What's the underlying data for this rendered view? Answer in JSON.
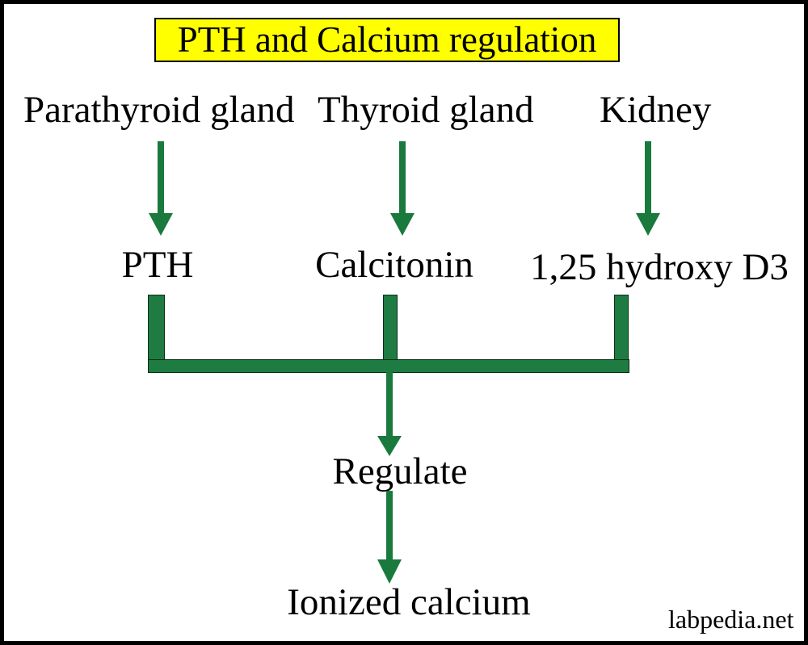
{
  "title": "PTH and Calcium regulation",
  "columns": [
    {
      "organ": "Parathyroid gland",
      "hormone": "PTH"
    },
    {
      "organ": "Thyroid gland",
      "hormone": "Calcitonin"
    },
    {
      "organ": "Kidney",
      "hormone": "1,25 hydroxy D3"
    }
  ],
  "flow": {
    "action_label": "Regulate",
    "target_label": "Ionized calcium"
  },
  "watermark": "labpedia.net",
  "icons": {
    "arrow_down_icon": "solid green downward arrow (CSS triangle + stem)"
  },
  "colors": {
    "arrow_green": "#1A7A3E",
    "bar_green": "#1E7B41",
    "bar_outline": "#0A2E18",
    "title_bg": "#FFFF00",
    "text": "#000000",
    "frame": "#000000",
    "background": "#FFFFFF"
  }
}
